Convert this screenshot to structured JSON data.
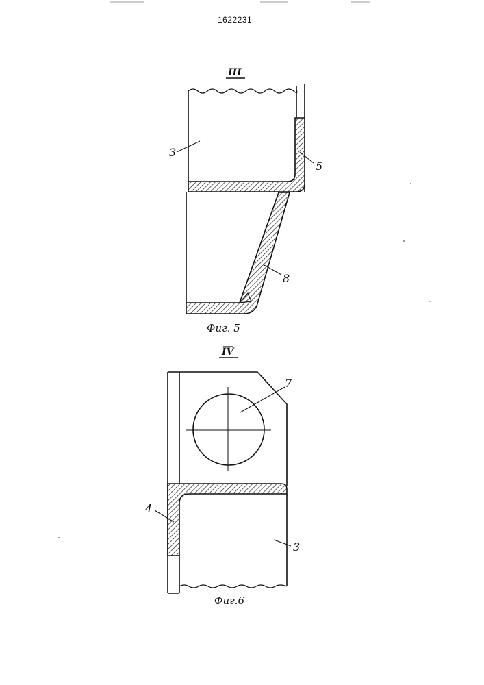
{
  "document": {
    "patent_number": "1622231"
  },
  "figure5": {
    "view_label": "III",
    "caption": "Фиг. 5",
    "callouts": {
      "part_3": "3",
      "part_5": "5",
      "part_8": "8"
    }
  },
  "figure6": {
    "view_label": "IV",
    "caption": "Фиг.6",
    "callouts": {
      "part_7": "7",
      "part_4": "4",
      "part_3": "3"
    }
  },
  "colors": {
    "ink": "#111111",
    "paper": "#ffffff"
  }
}
